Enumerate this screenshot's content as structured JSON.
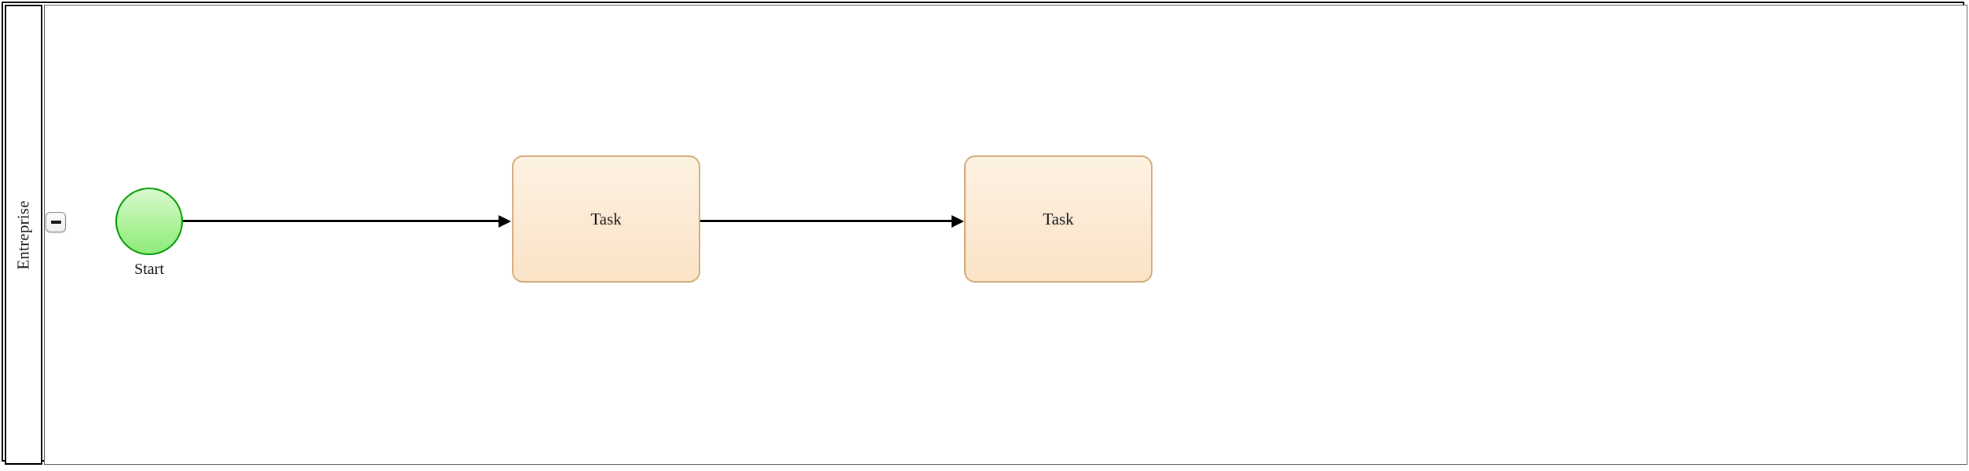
{
  "diagram": {
    "type": "bpmn-pool",
    "pool": {
      "lane_label": "Entreprise",
      "collapse_button": {
        "name": "collapse-lane-button",
        "glyph": "minus-icon",
        "state": "expanded"
      }
    },
    "nodes": [
      {
        "id": "start-event",
        "kind": "start-event",
        "label": "Start",
        "shape": "circle",
        "fill": "#aef29b",
        "stroke": "#009a00"
      },
      {
        "id": "task-1",
        "kind": "task",
        "label": "Task",
        "shape": "rounded-rectangle",
        "fill": "#fcead5",
        "stroke": "#d3ac7d"
      },
      {
        "id": "task-2",
        "kind": "task",
        "label": "Task",
        "shape": "rounded-rectangle",
        "fill": "#fcead5",
        "stroke": "#d3ac7d"
      }
    ],
    "flows": [
      {
        "id": "flow-1",
        "from": "start-event",
        "to": "task-1",
        "label": "",
        "stroke": "#000000"
      },
      {
        "id": "flow-2",
        "from": "task-1",
        "to": "task-2",
        "label": "",
        "stroke": "#000000"
      }
    ],
    "colors": {
      "pool_border": "#000000",
      "lane_border": "#5a5a5a",
      "canvas_background": "#ffffff",
      "button_border": "#8c8c8c",
      "button_fill": "#f4f4f4"
    }
  }
}
